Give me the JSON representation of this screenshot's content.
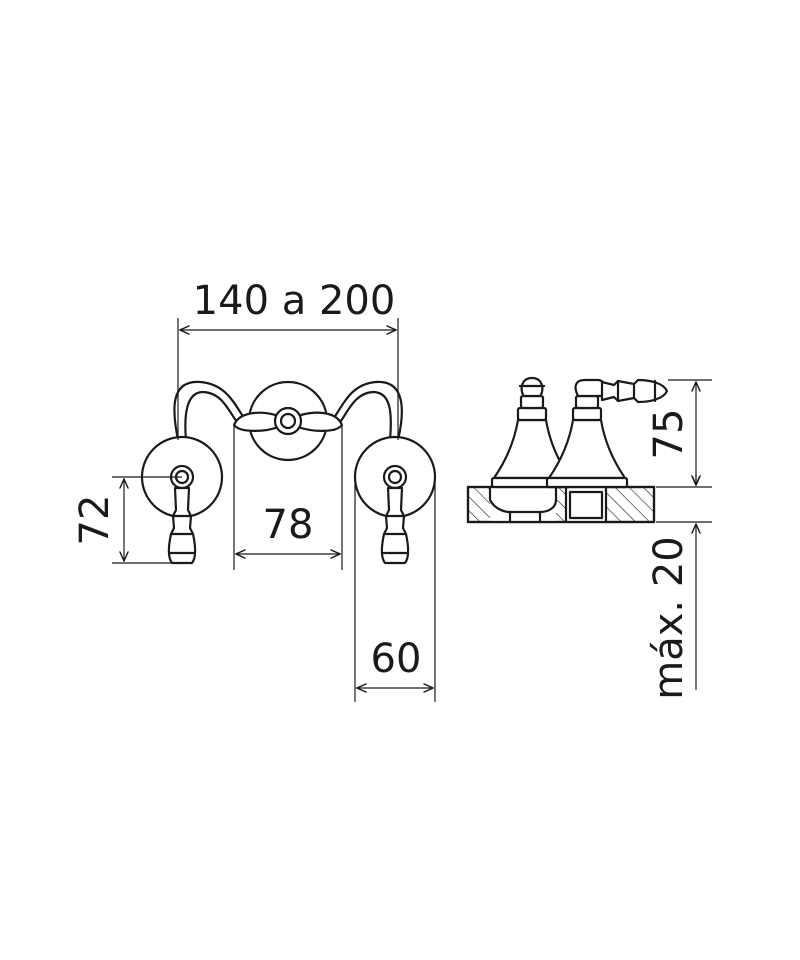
{
  "dimensions": {
    "span": "140 a 200",
    "handle_height": "72",
    "escutcheon_spacing": "78",
    "escutcheon_diameter": "60",
    "side_height": "75",
    "deck_thickness": "máx. 20"
  },
  "colors": {
    "line": "#1a1a1a",
    "background": "#ffffff"
  }
}
